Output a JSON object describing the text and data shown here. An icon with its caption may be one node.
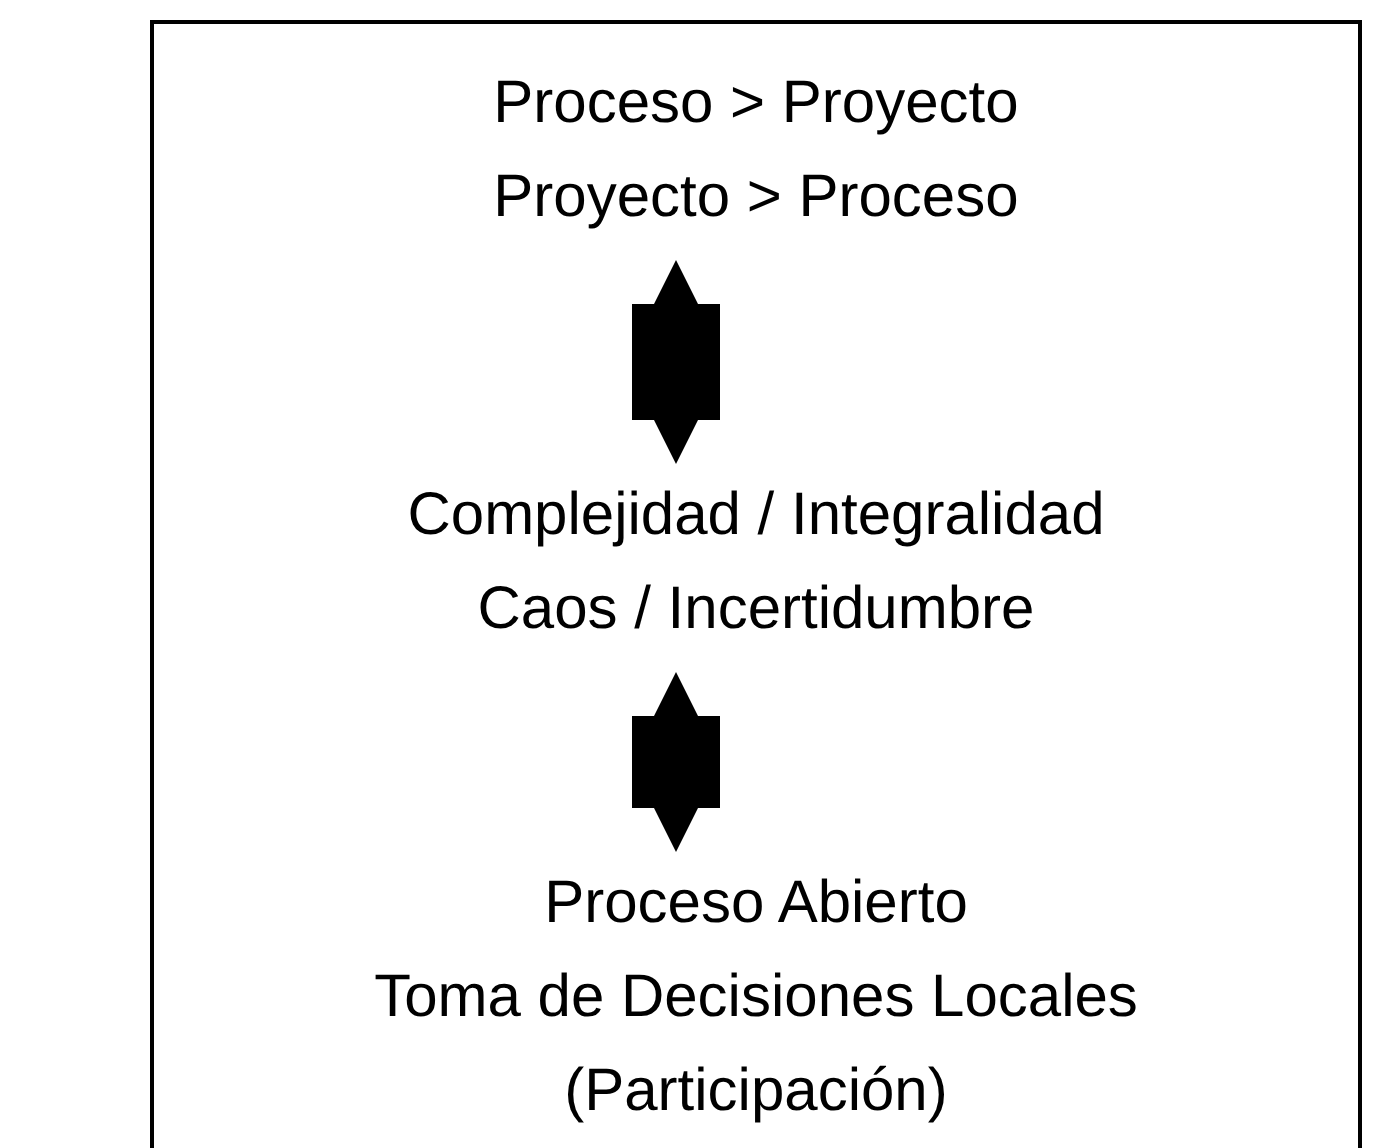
{
  "diagram": {
    "nodes": [
      {
        "text": [
          "Proceso > Proyecto",
          "Proyecto > Proceso"
        ]
      },
      {
        "text": [
          "Complejidad / Integralidad",
          "Caos / Incertidumbre"
        ]
      },
      {
        "text": [
          "Proceso Abierto",
          "Toma de Decisiones Locales",
          "(Participación)"
        ]
      }
    ],
    "edges": [
      {
        "from": 0,
        "to": 1,
        "arrow": "both"
      },
      {
        "from": 1,
        "to": 2,
        "arrow": "both"
      }
    ]
  }
}
